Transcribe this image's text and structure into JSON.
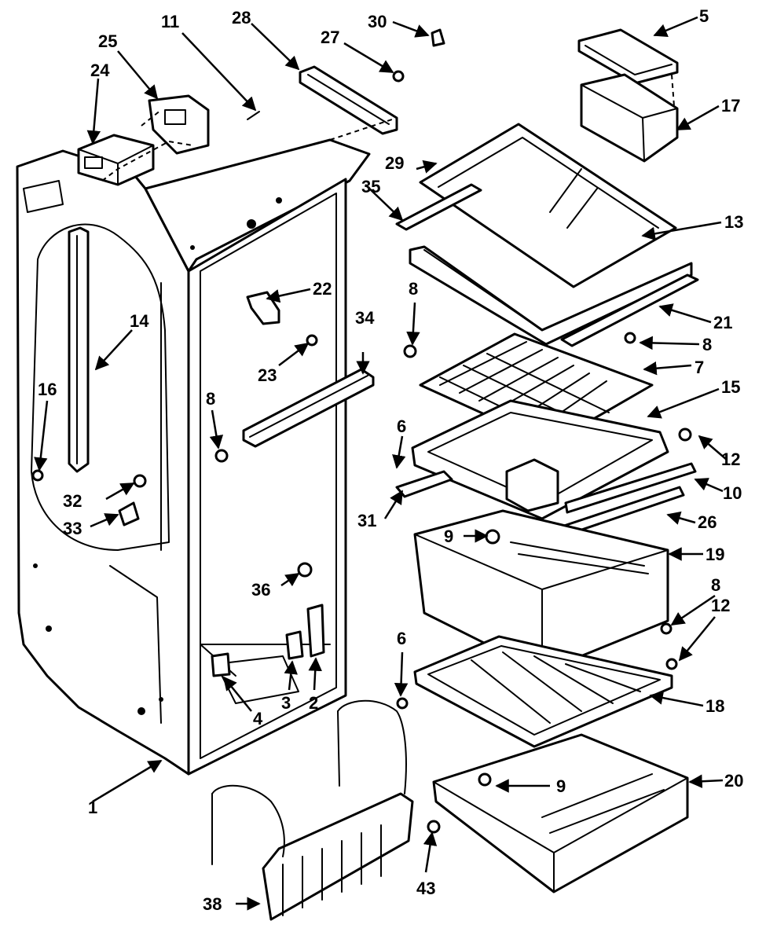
{
  "colors": {
    "ink": "#000000",
    "paper": "#ffffff"
  },
  "callouts": {
    "c1": "1",
    "c2": "2",
    "c3": "3",
    "c4": "4",
    "c5": "5",
    "c6a": "6",
    "c6b": "6",
    "c7": "7",
    "c8a": "8",
    "c8b": "8",
    "c8c": "8",
    "c8d": "8",
    "c9a": "9",
    "c9b": "9",
    "c10": "10",
    "c11": "11",
    "c12a": "12",
    "c12b": "12",
    "c13": "13",
    "c14": "14",
    "c15": "15",
    "c16": "16",
    "c17": "17",
    "c18": "18",
    "c19": "19",
    "c20": "20",
    "c21": "21",
    "c22": "22",
    "c23": "23",
    "c24": "24",
    "c25": "25",
    "c26": "26",
    "c27": "27",
    "c28": "28",
    "c29": "29",
    "c30": "30",
    "c31": "31",
    "c32": "32",
    "c33": "33",
    "c34": "34",
    "c35": "35",
    "c36": "36",
    "c38": "38",
    "c43": "43"
  }
}
